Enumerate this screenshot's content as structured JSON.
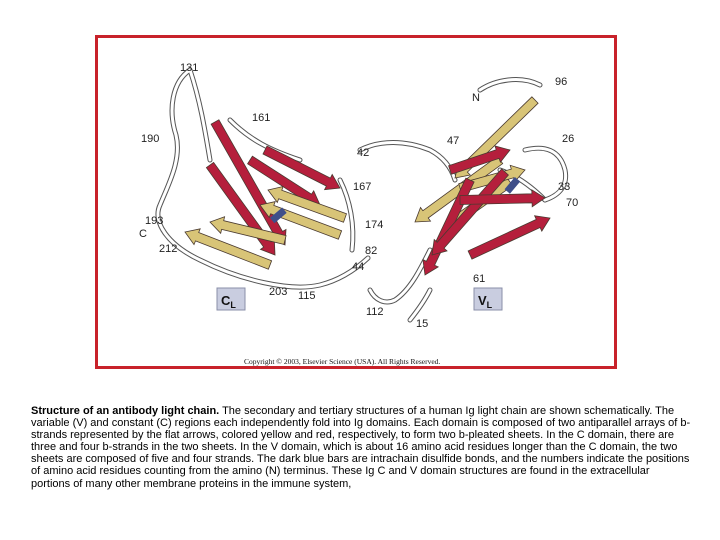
{
  "figure": {
    "domain_labels": {
      "constant": {
        "main": "C",
        "sub": "L"
      },
      "variable": {
        "main": "V",
        "sub": "L"
      }
    },
    "residue_labels": [
      "131",
      "96",
      "161",
      "190",
      "N",
      "47",
      "26",
      "42",
      "167",
      "33",
      "70",
      "193",
      "C",
      "174",
      "212",
      "82",
      "44",
      "61",
      "203",
      "115",
      "112",
      "15"
    ],
    "copyright": "Copyright © 2003, Elsevier Science (USA). All Rights Reserved.",
    "colors": {
      "frame": "#c8222a",
      "red_strand": "#b51f3c",
      "yellow_strand": "#d8c477",
      "disulfide_bar": "#3f4f8a",
      "domain_box": "#c9cde0"
    }
  },
  "caption": {
    "title": "Structure of an antibody light chain.",
    "body": " The secondary and tertiary structures of a human Ig light chain are shown schematically. The variable (V) and constant (C) regions each independently fold into Ig domains. Each domain is composed of two antiparallel arrays of b-strands represented by the flat arrows, colored yellow and red, respectively, to form two b-pleated sheets. In the C domain, there are three and four b-strands in the two sheets. In the V domain, which is about 16 amino acid residues longer than the C domain, the two sheets are composed of five and four strands. The dark blue bars are intrachain disulfide bonds, and the numbers indicate the positions of amino acid residues counting from the amino (N) terminus. These Ig C and V domain structures are found in the extracellular portions of many other membrane proteins in the immune system,"
  }
}
